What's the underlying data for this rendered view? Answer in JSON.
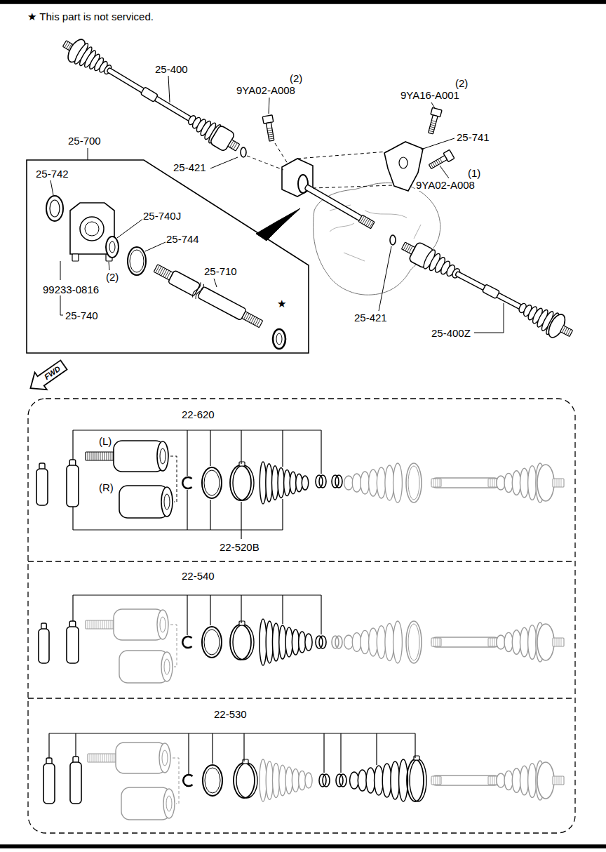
{
  "diagram": {
    "nodes": [
      {
        "text": [
          "25-700",
          "25-742",
          "25-740J",
          "25-744",
          "25-710",
          "(2)",
          "99233-0816",
          "25-740",
          "★"
        ]
      },
      {
        "text": [
          "FWD"
        ]
      },
      {
        "text": [
          "22-620",
          "(L)",
          "(R)",
          "22-520B"
        ]
      },
      {
        "text": [
          "22-540"
        ]
      },
      {
        "text": [
          "22-530"
        ]
      }
    ],
    "labels": [
      "★ This part is not serviced.",
      "25-400",
      "(2)",
      "9YA02-A008",
      "(2)",
      "9YA16-A001",
      "25-741",
      "25-421",
      "(1)",
      "9YA02-A008",
      "25-421",
      "25-400Z"
    ]
  }
}
